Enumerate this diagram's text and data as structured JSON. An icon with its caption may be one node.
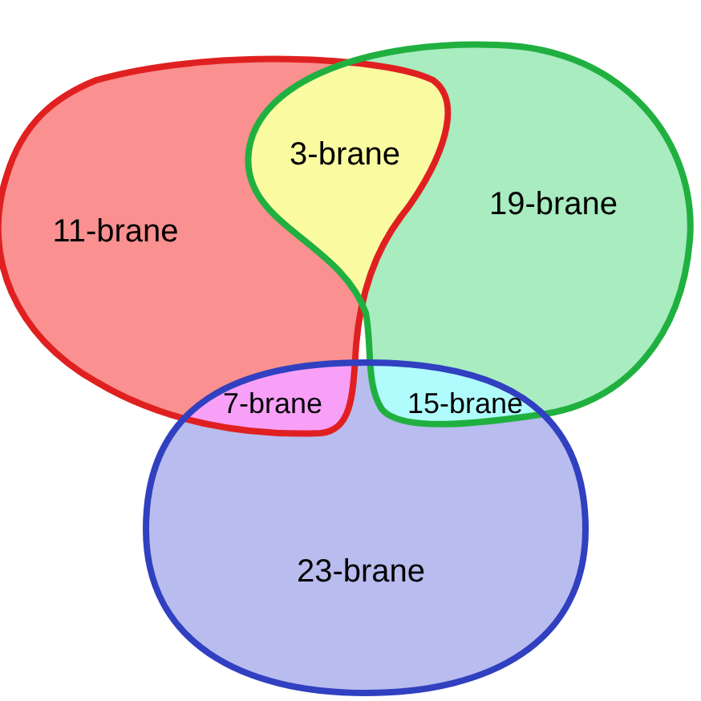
{
  "diagram": {
    "nodes": [
      {
        "text": [
          "11-brane"
        ]
      },
      {
        "text": [
          "3-brane"
        ]
      },
      {
        "text": [
          "19-brane"
        ]
      },
      {
        "text": [
          "7-brane"
        ]
      },
      {
        "text": [
          "15-brane"
        ]
      },
      {
        "text": [
          "23-brane"
        ]
      }
    ]
  }
}
